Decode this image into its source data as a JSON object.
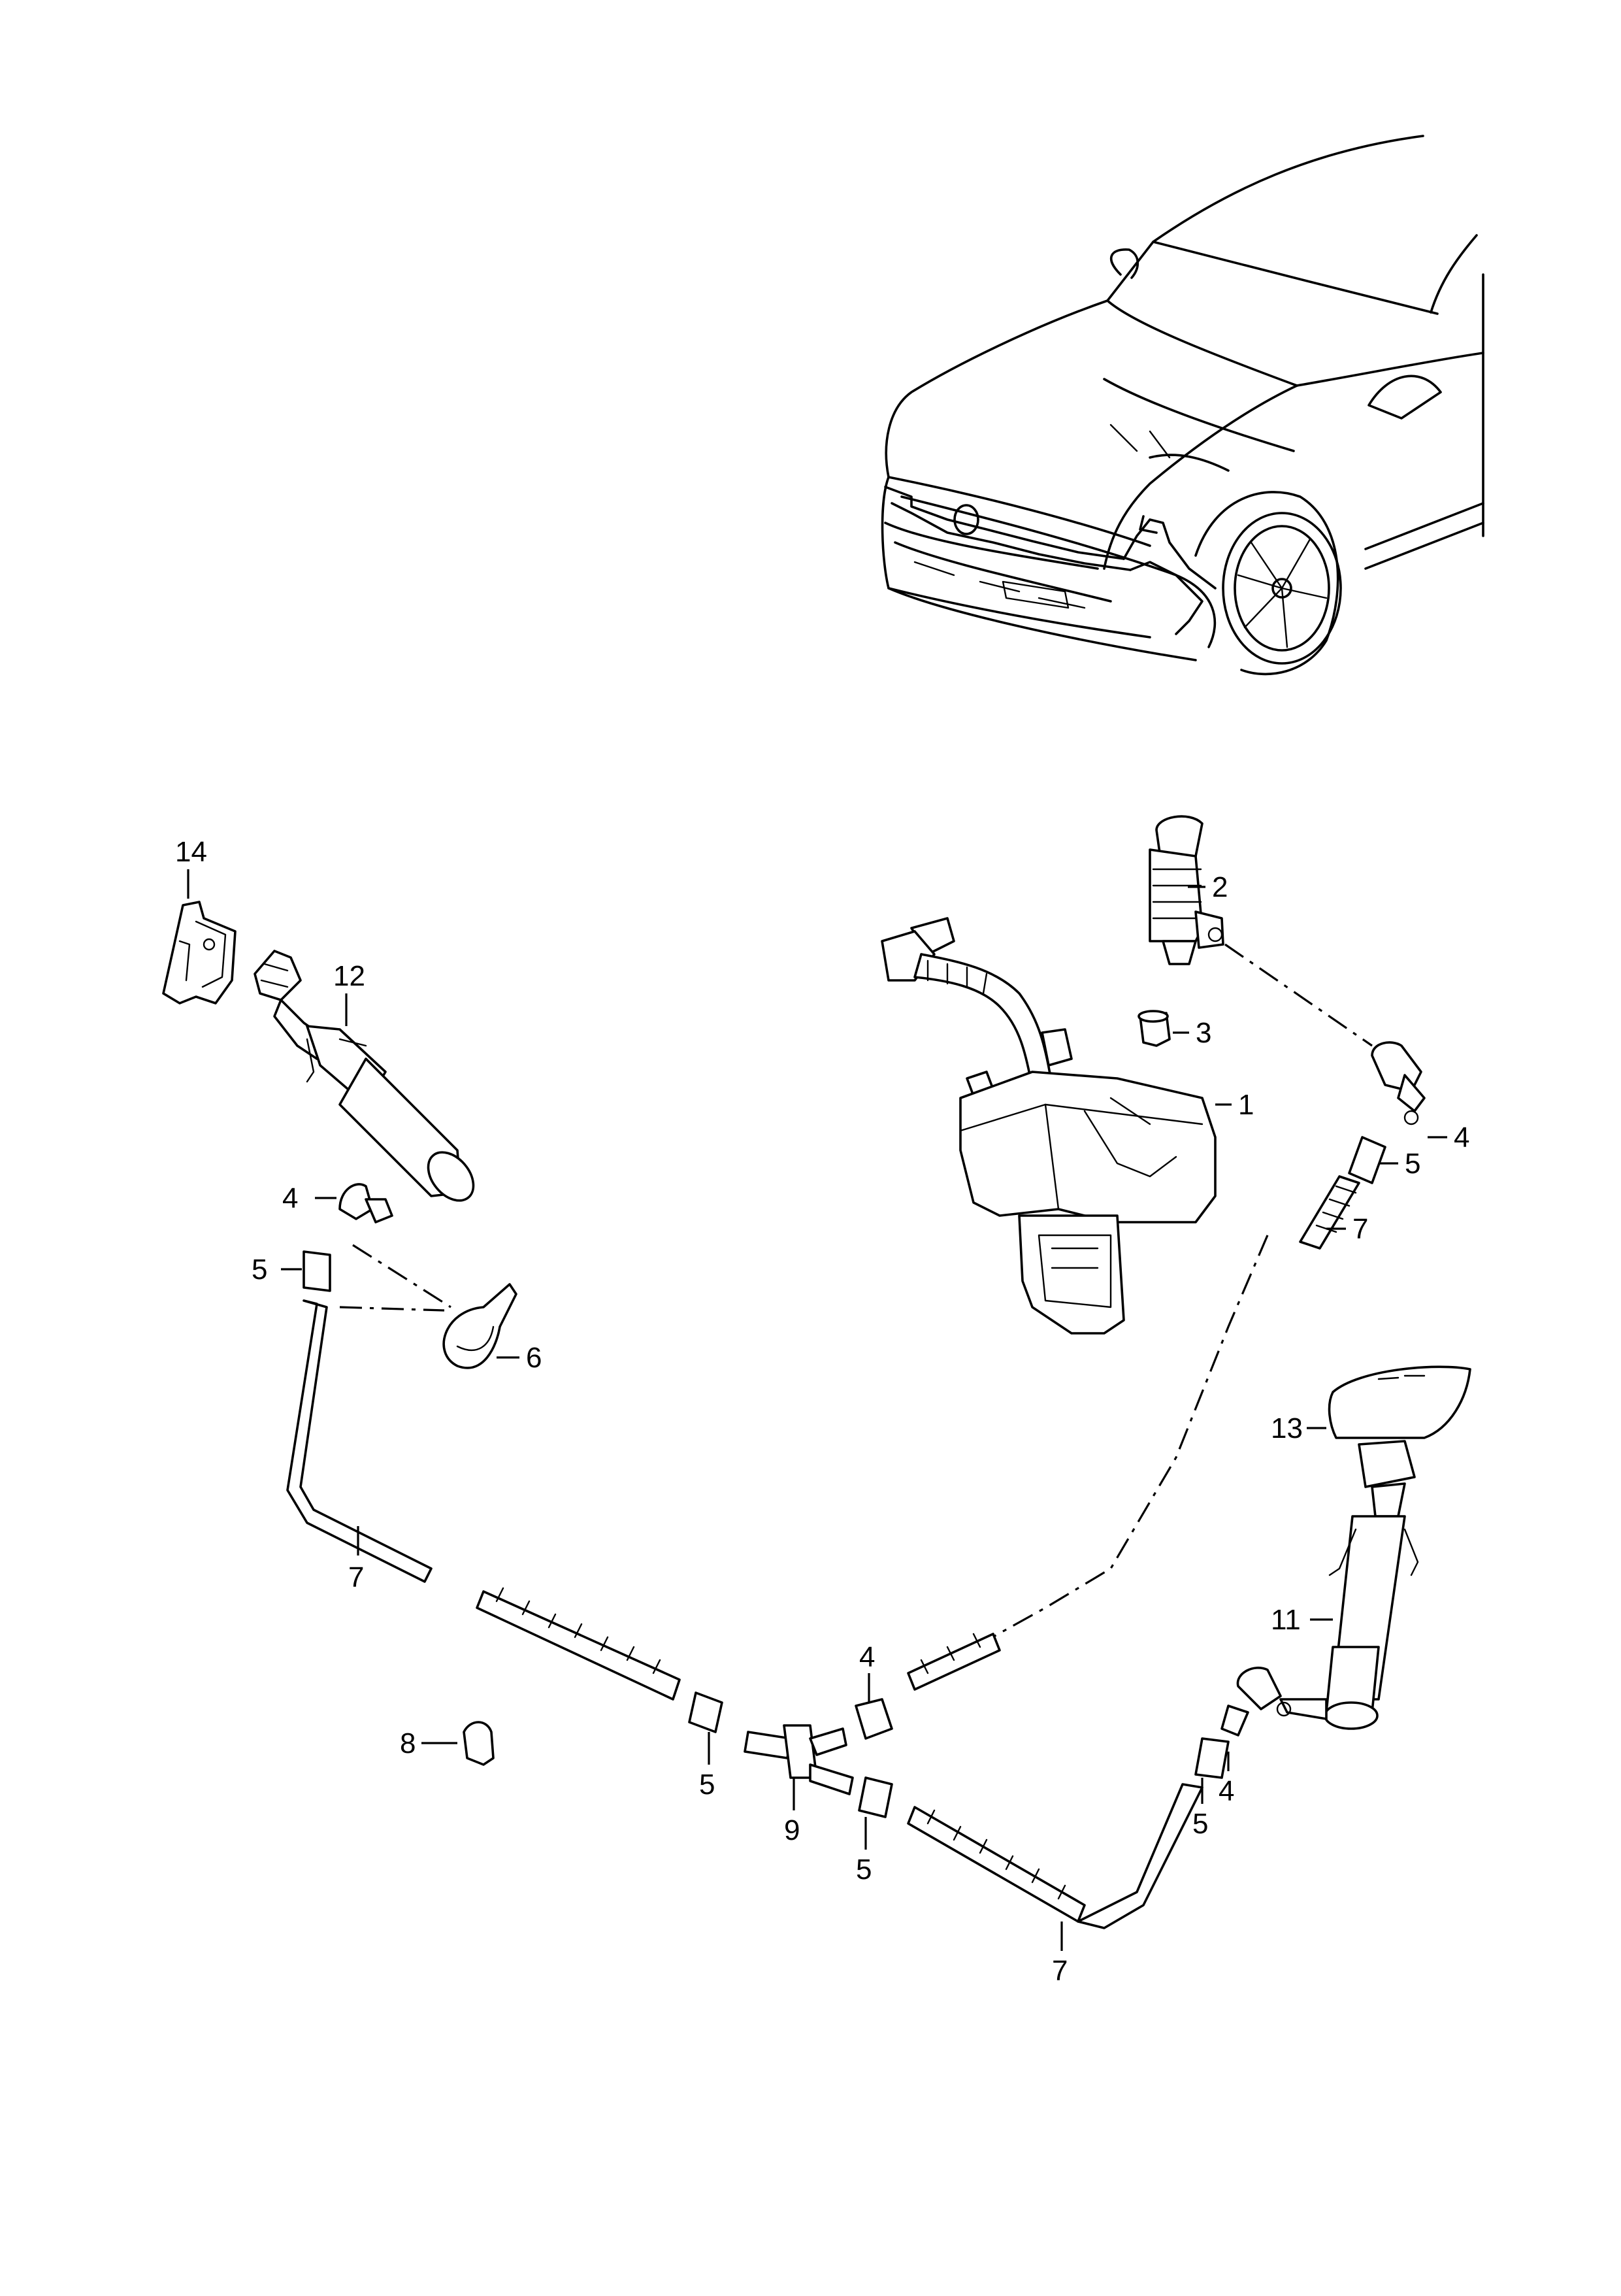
{
  "callouts": [
    {
      "id": "c14",
      "text": "14"
    },
    {
      "id": "c12",
      "text": "12"
    },
    {
      "id": "c2",
      "text": "2"
    },
    {
      "id": "c3",
      "text": "3"
    },
    {
      "id": "c1",
      "text": "1"
    },
    {
      "id": "c4a",
      "text": "4"
    },
    {
      "id": "c5a",
      "text": "5"
    },
    {
      "id": "c7a",
      "text": "7"
    },
    {
      "id": "c4b",
      "text": "4"
    },
    {
      "id": "c5b",
      "text": "5"
    },
    {
      "id": "c6",
      "text": "6"
    },
    {
      "id": "c13",
      "text": "13"
    },
    {
      "id": "c7b",
      "text": "7"
    },
    {
      "id": "c11",
      "text": "11"
    },
    {
      "id": "c4c",
      "text": "4"
    },
    {
      "id": "c8",
      "text": "8"
    },
    {
      "id": "c5c",
      "text": "5"
    },
    {
      "id": "c9",
      "text": "9"
    },
    {
      "id": "c4d",
      "text": "4"
    },
    {
      "id": "c5d",
      "text": "5"
    },
    {
      "id": "c5e",
      "text": "5"
    },
    {
      "id": "c7c",
      "text": "7"
    }
  ],
  "colors": {
    "ink": "#000000",
    "paper": "#ffffff"
  }
}
